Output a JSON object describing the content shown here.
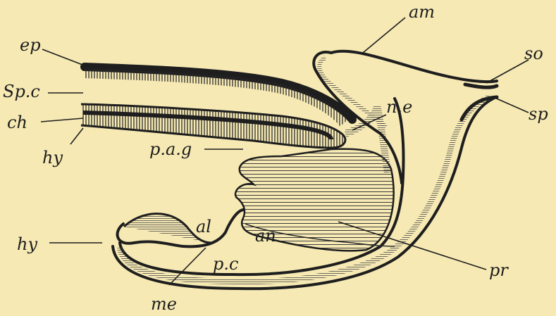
{
  "figure": {
    "background_color": "#f6e9b4",
    "ink_color": "#1e1e1e",
    "labels": {
      "ep": "ep",
      "sp_c": "Sp.c",
      "ch": "ch",
      "hy_top": "hy",
      "pag": "p.a.g",
      "hy_bottom": "hy",
      "al": "al",
      "an": "an",
      "pc": "p.c",
      "me": "me",
      "am": "am",
      "so": "so",
      "sp": "sp",
      "ne": "n.e",
      "pr": "pr"
    }
  }
}
